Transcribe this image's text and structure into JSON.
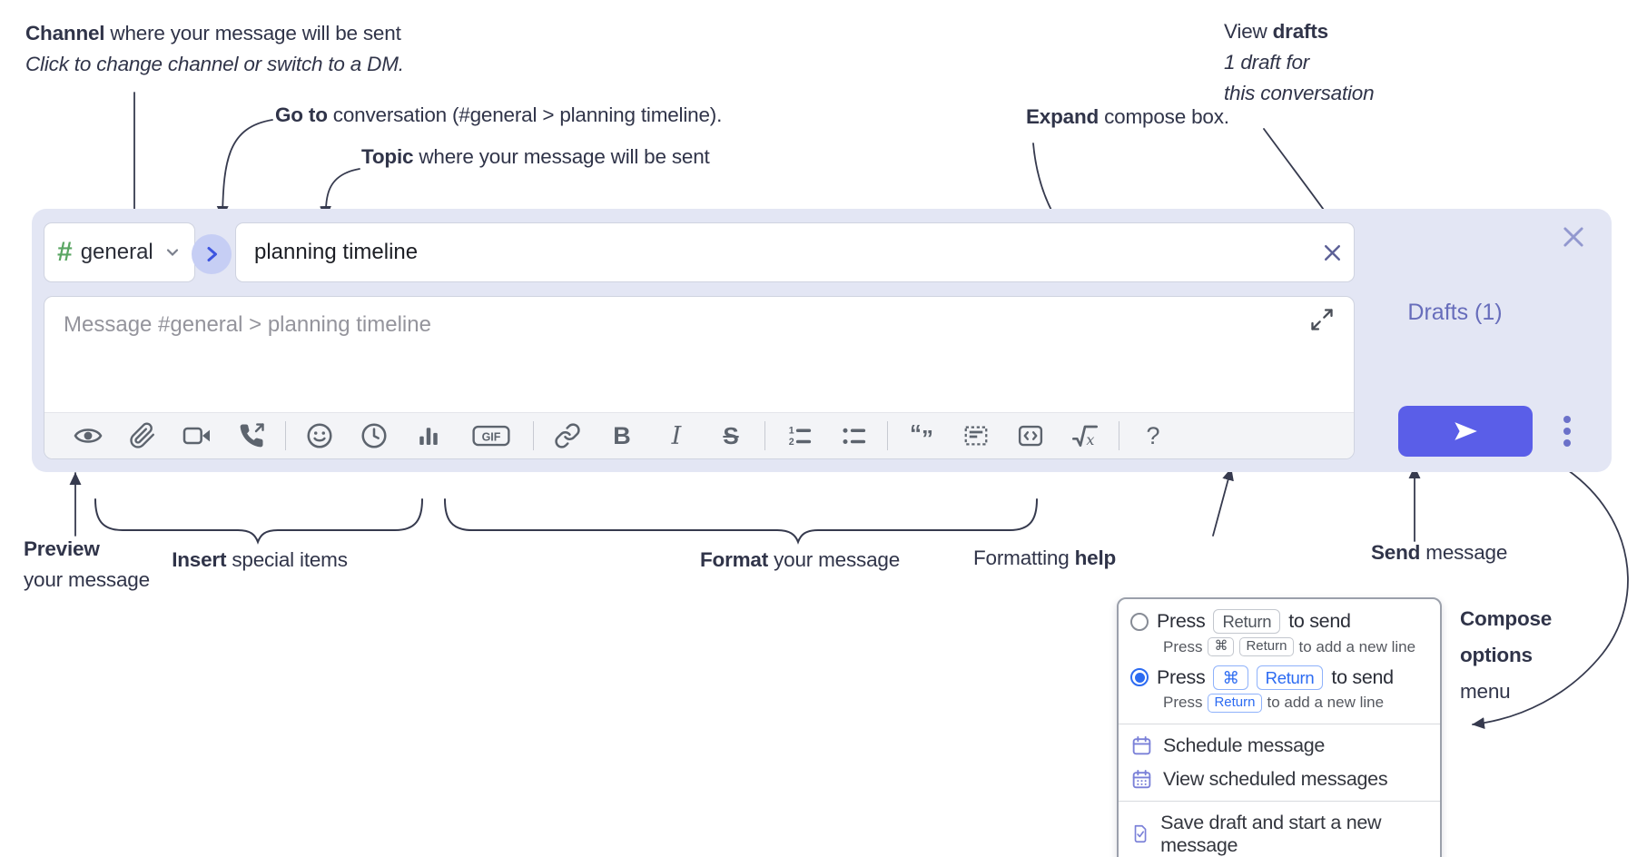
{
  "ann": {
    "channel": {
      "b": "Channel",
      "r": " where your message will be sent",
      "i": "Click to change channel or switch to a DM."
    },
    "goto": {
      "b": "Go to",
      "r": " conversation (#general > planning timeline)."
    },
    "topic": {
      "b": "Topic",
      "r": " where your message will be sent"
    },
    "expand": {
      "b": "Expand",
      "r": " compose box."
    },
    "view_drafts": {
      "pre": "View ",
      "b": "drafts",
      "l2": "1 draft for",
      "l3": "this conversation"
    },
    "preview": {
      "b": "Preview",
      "l2": "your message"
    },
    "insert": {
      "b": "Insert",
      "r": " special items"
    },
    "format": {
      "b": "Format",
      "r": " your message"
    },
    "fhelp": {
      "pre": "Formatting ",
      "b": "help"
    },
    "send": {
      "b": "Send",
      "r": " message"
    },
    "copts": {
      "l1": "Compose",
      "l2": "options",
      "l3": "menu"
    }
  },
  "compose": {
    "channel": "general",
    "topic": "planning timeline",
    "placeholder": "Message #general > planning timeline",
    "drafts": "Drafts (1)"
  },
  "toolbar": {
    "glyphs": {
      "hash": "#",
      "bold": "B",
      "italic": "I",
      "strike": "S",
      "help": "?",
      "gif": "GIF",
      "quote_open": "“",
      "quote_close": "”",
      "math_x": "x",
      "ol1": "1",
      "ol2": "2"
    },
    "icons": [
      "preview-eye",
      "paperclip",
      "video-camera",
      "phone-call",
      "emoji",
      "clock",
      "poll-chart",
      "gif",
      "link",
      "bold",
      "italic",
      "strikethrough",
      "numbered-list",
      "bulleted-list",
      "quote",
      "spoiler",
      "code",
      "math",
      "help"
    ]
  },
  "menu": {
    "opt1": {
      "pre": "Press",
      "key": "Return",
      "post": "to send"
    },
    "opt1_sub": {
      "pre": "Press",
      "k1": "⌘",
      "k2": "Return",
      "post": "to add a new line"
    },
    "opt2": {
      "pre": "Press",
      "k1": "⌘",
      "k2": "Return",
      "post": "to send"
    },
    "opt2_sub": {
      "pre": "Press",
      "key": "Return",
      "post": "to add a new line"
    },
    "items": [
      "Schedule message",
      "View scheduled messages",
      "Save draft and start a new message"
    ]
  },
  "colors": {
    "compose_bg": "#e3e6f4",
    "send_button": "#5a5ee8",
    "drafts_link": "#676dbb",
    "channel_hash": "#5aa663",
    "goto_circle": "#c6cef4",
    "goto_chevron": "#3d55e0",
    "selected_radio": "#2c6bf2",
    "menu_icon": "#7a80d8",
    "toolbar_icon": "#5d646e",
    "annotation_text": "#303449"
  }
}
